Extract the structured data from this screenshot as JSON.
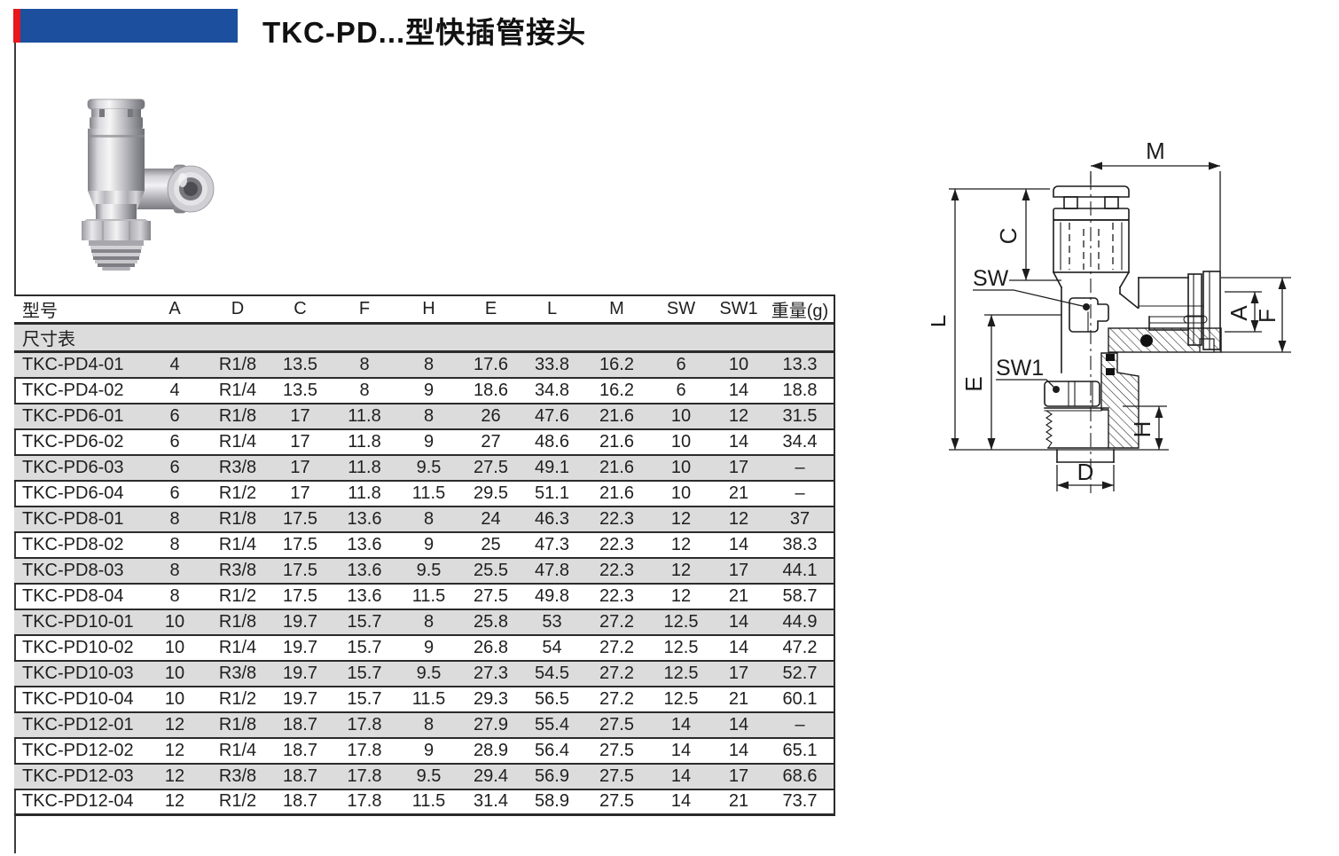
{
  "header": {
    "title": "TKC-PD...型快插管接头"
  },
  "table": {
    "caption": "尺寸表",
    "columns": [
      "型号",
      "A",
      "D",
      "C",
      "F",
      "H",
      "E",
      "L",
      "M",
      "SW",
      "SW1",
      "重量(g)"
    ],
    "rows": [
      [
        "TKC-PD4-01",
        "4",
        "R1/8",
        "13.5",
        "8",
        "8",
        "17.6",
        "33.8",
        "16.2",
        "6",
        "10",
        "13.3"
      ],
      [
        "TKC-PD4-02",
        "4",
        "R1/4",
        "13.5",
        "8",
        "9",
        "18.6",
        "34.8",
        "16.2",
        "6",
        "14",
        "18.8"
      ],
      [
        "TKC-PD6-01",
        "6",
        "R1/8",
        "17",
        "11.8",
        "8",
        "26",
        "47.6",
        "21.6",
        "10",
        "12",
        "31.5"
      ],
      [
        "TKC-PD6-02",
        "6",
        "R1/4",
        "17",
        "11.8",
        "9",
        "27",
        "48.6",
        "21.6",
        "10",
        "14",
        "34.4"
      ],
      [
        "TKC-PD6-03",
        "6",
        "R3/8",
        "17",
        "11.8",
        "9.5",
        "27.5",
        "49.1",
        "21.6",
        "10",
        "17",
        "–"
      ],
      [
        "TKC-PD6-04",
        "6",
        "R1/2",
        "17",
        "11.8",
        "11.5",
        "29.5",
        "51.1",
        "21.6",
        "10",
        "21",
        "–"
      ],
      [
        "TKC-PD8-01",
        "8",
        "R1/8",
        "17.5",
        "13.6",
        "8",
        "24",
        "46.3",
        "22.3",
        "12",
        "12",
        "37"
      ],
      [
        "TKC-PD8-02",
        "8",
        "R1/4",
        "17.5",
        "13.6",
        "9",
        "25",
        "47.3",
        "22.3",
        "12",
        "14",
        "38.3"
      ],
      [
        "TKC-PD8-03",
        "8",
        "R3/8",
        "17.5",
        "13.6",
        "9.5",
        "25.5",
        "47.8",
        "22.3",
        "12",
        "17",
        "44.1"
      ],
      [
        "TKC-PD8-04",
        "8",
        "R1/2",
        "17.5",
        "13.6",
        "11.5",
        "27.5",
        "49.8",
        "22.3",
        "12",
        "21",
        "58.7"
      ],
      [
        "TKC-PD10-01",
        "10",
        "R1/8",
        "19.7",
        "15.7",
        "8",
        "25.8",
        "53",
        "27.2",
        "12.5",
        "14",
        "44.9"
      ],
      [
        "TKC-PD10-02",
        "10",
        "R1/4",
        "19.7",
        "15.7",
        "9",
        "26.8",
        "54",
        "27.2",
        "12.5",
        "14",
        "47.2"
      ],
      [
        "TKC-PD10-03",
        "10",
        "R3/8",
        "19.7",
        "15.7",
        "9.5",
        "27.3",
        "54.5",
        "27.2",
        "12.5",
        "17",
        "52.7"
      ],
      [
        "TKC-PD10-04",
        "10",
        "R1/2",
        "19.7",
        "15.7",
        "11.5",
        "29.3",
        "56.5",
        "27.2",
        "12.5",
        "21",
        "60.1"
      ],
      [
        "TKC-PD12-01",
        "12",
        "R1/8",
        "18.7",
        "17.8",
        "8",
        "27.9",
        "55.4",
        "27.5",
        "14",
        "14",
        "–"
      ],
      [
        "TKC-PD12-02",
        "12",
        "R1/4",
        "18.7",
        "17.8",
        "9",
        "28.9",
        "56.4",
        "27.5",
        "14",
        "14",
        "65.1"
      ],
      [
        "TKC-PD12-03",
        "12",
        "R3/8",
        "18.7",
        "17.8",
        "9.5",
        "29.4",
        "56.9",
        "27.5",
        "14",
        "17",
        "68.6"
      ],
      [
        "TKC-PD12-04",
        "12",
        "R1/2",
        "18.7",
        "17.8",
        "11.5",
        "31.4",
        "58.9",
        "27.5",
        "14",
        "21",
        "73.7"
      ]
    ]
  },
  "drawing": {
    "dim_labels": {
      "M": "M",
      "L": "L",
      "C": "C",
      "E": "E",
      "A": "A",
      "F": "F",
      "H": "H",
      "D": "D",
      "SW": "SW",
      "SW1": "SW1"
    }
  }
}
